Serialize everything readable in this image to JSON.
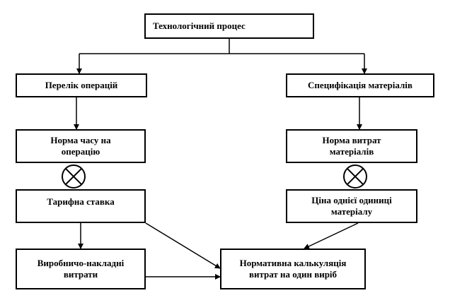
{
  "diagram": {
    "nodes": {
      "process": "Технологічний процес",
      "ops": "Перелік  операцій",
      "spec": "Специфікація  матеріалів",
      "time_norm_1": "Норма часу на",
      "time_norm_2": "операцію",
      "mat_norm_1": "Норма витрат",
      "mat_norm_2": "матеріалів",
      "rate": "Тарифна ставка",
      "price_1": "Ціна однієї одиниці",
      "price_2": "матеріалу",
      "overhead_1": "Виробничо-накладні",
      "overhead_2": "витрати",
      "calc_1": "Нормативна калькуляція",
      "calc_2": "витрат на один виріб"
    },
    "multiply_symbol": "multiply-circle-icon",
    "line_color": "#000000"
  }
}
